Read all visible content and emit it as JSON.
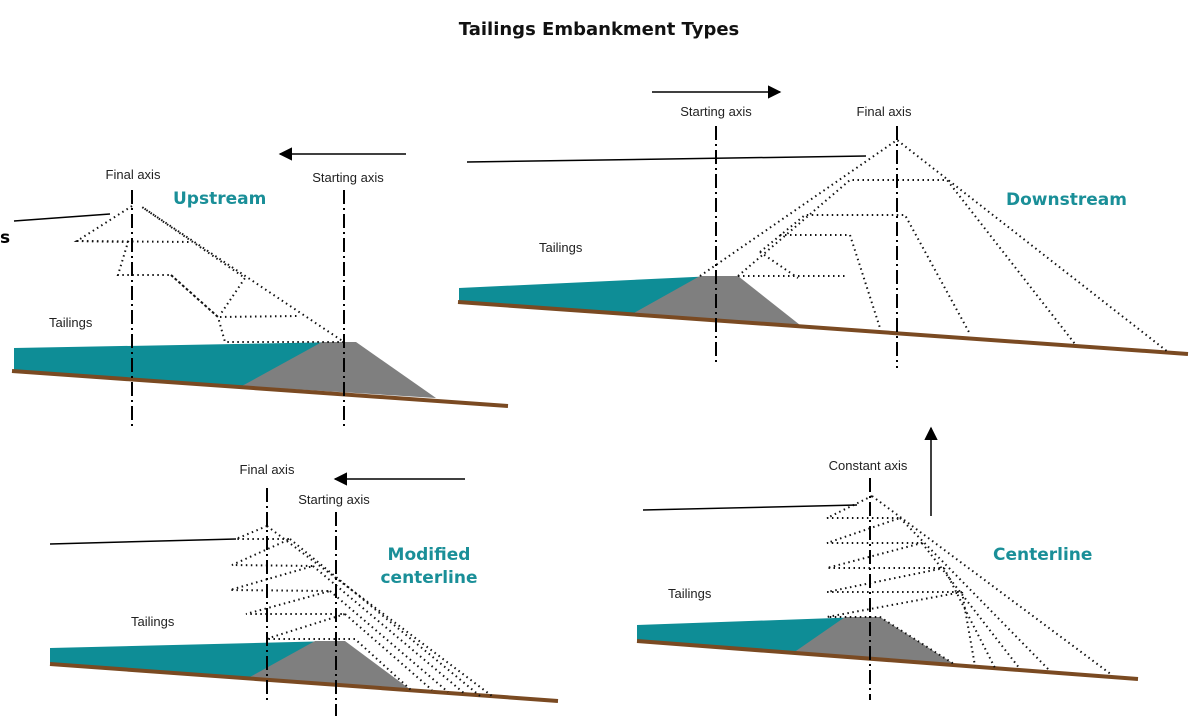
{
  "title": "Tailings Embankment Types",
  "colors": {
    "water": "#0e8d96",
    "dam": "#7f7f7f",
    "ground": "#7a4a22",
    "label": "#1a8f98"
  },
  "panels": {
    "upstream": {
      "name": "Upstream",
      "final_axis": "Final axis",
      "starting_axis": "Starting axis",
      "tailings": "Tailings",
      "edge_glyph": "s"
    },
    "downstream": {
      "name": "Downstream",
      "final_axis": "Final axis",
      "starting_axis": "Starting axis",
      "tailings": "Tailings"
    },
    "modified": {
      "name_line1": "Modified",
      "name_line2": "centerline",
      "final_axis": "Final axis",
      "starting_axis": "Starting axis",
      "tailings": "Tailings"
    },
    "centerline": {
      "name": "Centerline",
      "constant_axis": "Constant axis",
      "tailings": "Tailings"
    }
  }
}
